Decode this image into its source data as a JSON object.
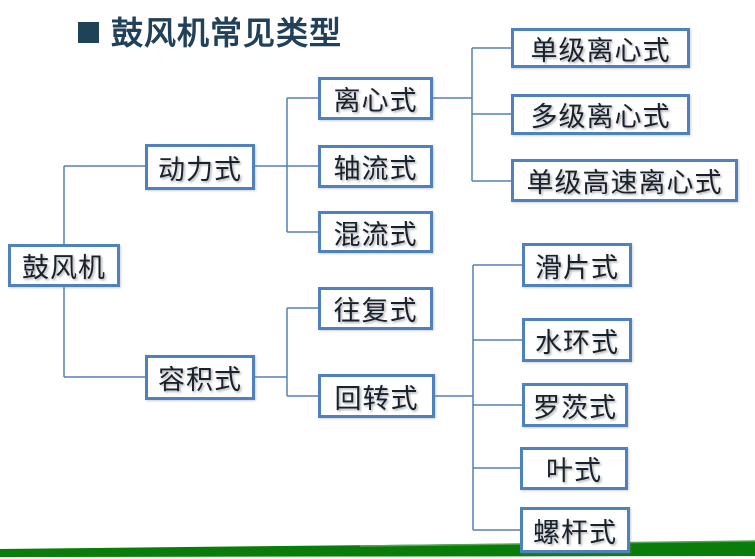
{
  "slide": {
    "title": "鼓风机常见类型"
  },
  "colors": {
    "title_text": "#21405a",
    "title_bullet": "#1f4256",
    "box_border": "#4f81bd",
    "box_text": "#18222e",
    "connector_line": "#5580b3",
    "footer_bar_green": "#0a7c0a"
  },
  "diagram": {
    "root": {
      "label": "鼓风机"
    },
    "branches": [
      {
        "label": "动力式",
        "children": [
          {
            "label": "离心式",
            "children": [
              {
                "label": "单级离心式"
              },
              {
                "label": "多级离心式"
              },
              {
                "label": "单级高速离心式"
              }
            ]
          },
          {
            "label": "轴流式",
            "children": []
          },
          {
            "label": "混流式",
            "children": []
          }
        ]
      },
      {
        "label": "容积式",
        "children": [
          {
            "label": "往复式",
            "children": []
          },
          {
            "label": "回转式",
            "children": [
              {
                "label": "滑片式"
              },
              {
                "label": "水环式"
              },
              {
                "label": "罗茨式"
              },
              {
                "label": "叶式"
              },
              {
                "label": "螺杆式"
              }
            ]
          }
        ]
      }
    ]
  }
}
